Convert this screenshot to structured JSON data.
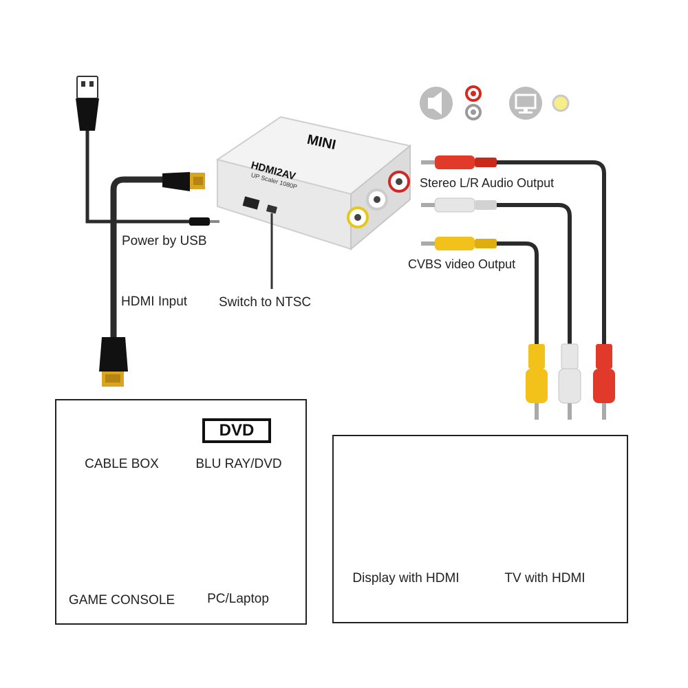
{
  "converter": {
    "brand": "MINI",
    "model": "HDMI2AV",
    "subtitle": "UP Scaler 1080P"
  },
  "labels": {
    "power": "Power by USB",
    "hdmi_input": "HDMI Input",
    "switch": "Switch to NTSC",
    "audio_output": "Stereo L/R Audio Output",
    "video_output": "CVBS video Output"
  },
  "sources": {
    "cable_box": "CABLE BOX",
    "dvd_logo": "DVD",
    "blu_ray": "BLU RAY/DVD",
    "game_console": "GAME CONSOLE",
    "pc": "PC/Laptop"
  },
  "displays": {
    "monitor": "Display with HDMI",
    "tv": "TV with HDMI"
  },
  "icons": [
    "speaker-icon",
    "audio-jack-icon",
    "monitor-icon",
    "video-jack-icon"
  ],
  "colors": {
    "red_plug": "#e23a2a",
    "white_plug": "#e6e6e6",
    "yellow_plug": "#f2c21b",
    "cable": "#2b2b2b",
    "hdmi_gold": "#d9a520"
  }
}
